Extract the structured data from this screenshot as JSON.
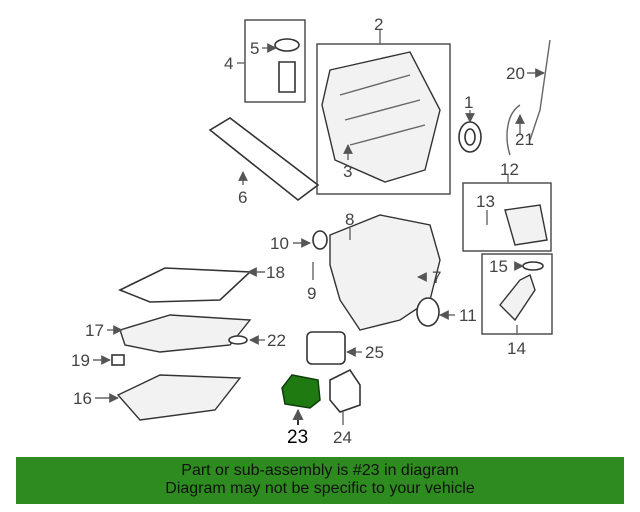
{
  "labels": {
    "l1": "1",
    "l2": "2",
    "l3": "3",
    "l4": "4",
    "l5": "5",
    "l6": "6",
    "l7": "7",
    "l8": "8",
    "l9": "9",
    "l10": "10",
    "l11": "11",
    "l12": "12",
    "l13": "13",
    "l14": "14",
    "l15": "15",
    "l16": "16",
    "l17": "17",
    "l18": "18",
    "l19": "19",
    "l20": "20",
    "l21": "21",
    "l22": "22",
    "l23": "23",
    "l24": "24",
    "l25": "25"
  },
  "banner": {
    "line1": "Part or sub-assembly is #23 in diagram",
    "line2": "Diagram may not be specific to your vehicle"
  },
  "colors": {
    "banner_bg": "#2e8b1f",
    "highlight_part": "#1f7a12"
  }
}
